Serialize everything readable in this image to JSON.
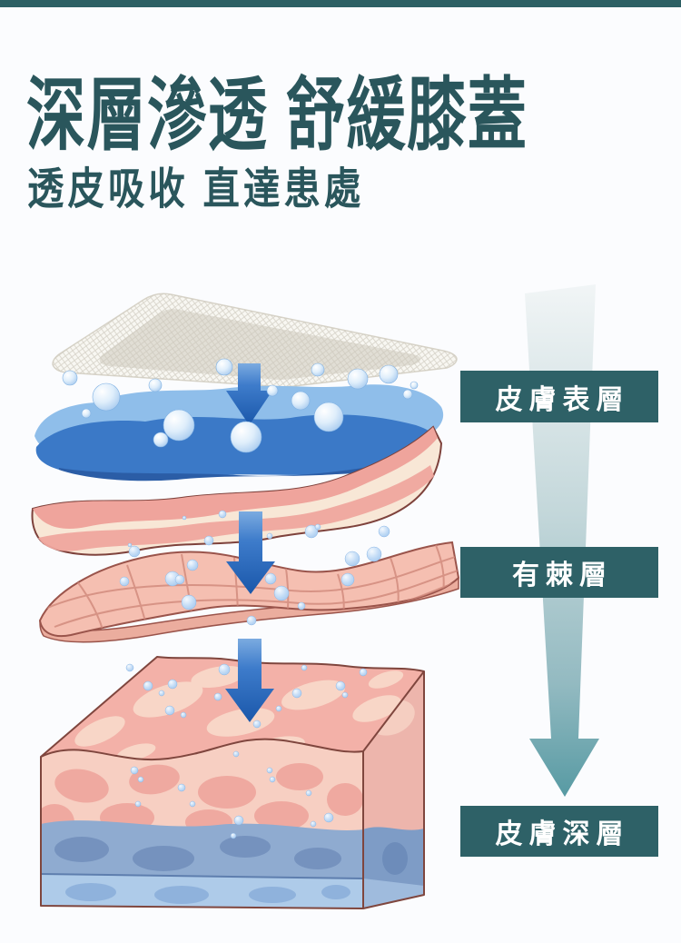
{
  "page": {
    "background": "#FBFCFE",
    "accent_bar_color": "#2D6064"
  },
  "header": {
    "title": "深層滲透 舒緩膝蓋",
    "subtitle": "透皮吸收 直達患處",
    "text_color": "#2A565C"
  },
  "diagram": {
    "depth_labels": [
      {
        "text": "皮膚表層"
      },
      {
        "text": "有棘層"
      },
      {
        "text": "皮膚深層"
      }
    ],
    "label_style": {
      "bg": "#2E6167",
      "color": "#FFFFFF"
    },
    "colors": {
      "depth_arrow_start": "#F1F5F6",
      "depth_arrow_end": "#579AA3",
      "penetration_arrow": "#2267BA",
      "patch": "#F8F7F2",
      "gel_blue": "#3B79C7",
      "skin_pink": "#F3B1A8",
      "deep_blue": "#8FABD0",
      "droplet_blue": "#A9CDEF"
    }
  }
}
